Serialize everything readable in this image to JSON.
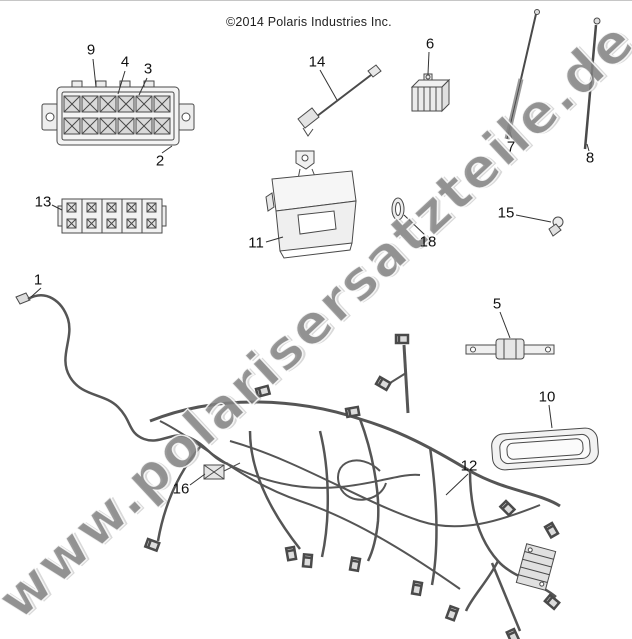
{
  "page": {
    "copyright": "©2014 Polaris Industries Inc.",
    "watermark": "www.polarisersatzteile.de"
  },
  "diagram": {
    "type": "exploded-parts-diagram",
    "subject": "wiring-harness-and-electrical-components",
    "colors": {
      "background": "#ffffff",
      "line": "#4a4a4a",
      "watermark": "#7d7d7d"
    },
    "callouts": {
      "c1": "1",
      "c2": "2",
      "c3": "3",
      "c4": "4",
      "c5": "5",
      "c6": "6",
      "c7": "7",
      "c8": "8",
      "c9": "9",
      "c10": "10",
      "c11": "11",
      "c12": "12",
      "c13": "13",
      "c14": "14",
      "c15": "15",
      "c16": "16",
      "c18": "18"
    }
  }
}
